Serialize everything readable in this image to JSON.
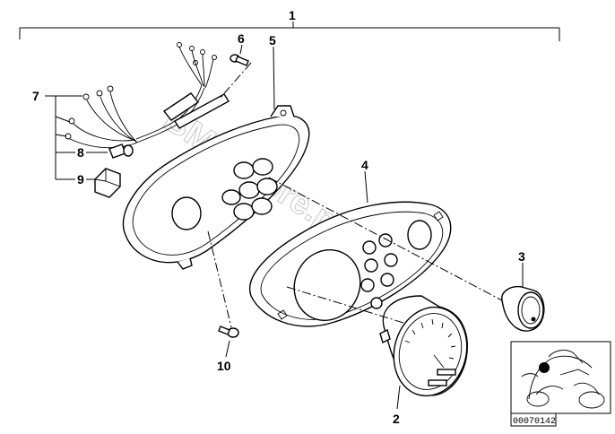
{
  "diagram": {
    "callouts": {
      "c1": "1",
      "c2": "2",
      "c3": "3",
      "c4": "4",
      "c5": "5",
      "c6": "6",
      "c7": "7",
      "c8": "8",
      "c9": "9",
      "c10": "10"
    },
    "reference_code": "00070142",
    "watermark": "BMWstore.pl"
  }
}
